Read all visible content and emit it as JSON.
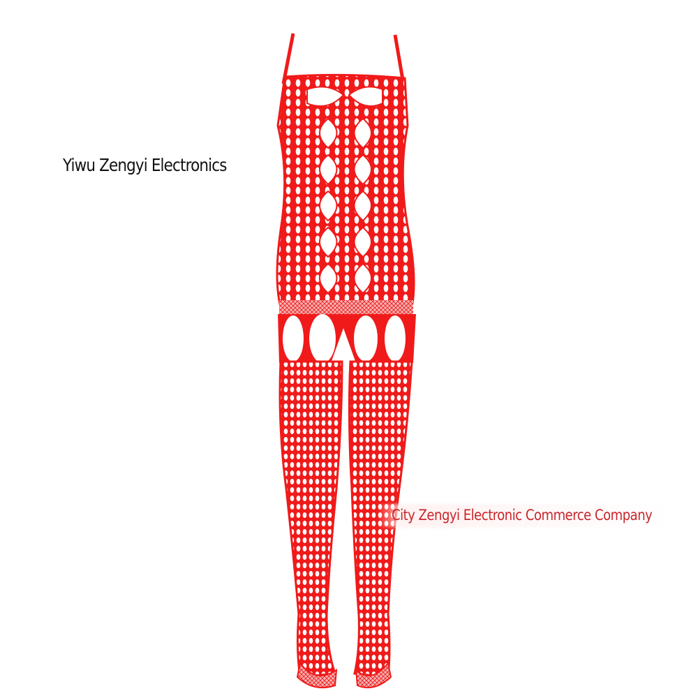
{
  "captions": {
    "left": "Yiwu Zengyi Electronics",
    "right": "City Zengyi Electronic Commerce Company"
  },
  "colors": {
    "garment": "#f01a1a",
    "caption_left": "#111111",
    "caption_right": "#c8262b",
    "background": "#ffffff"
  },
  "image": {
    "subject": "red fishnet bodystocking with open-hip cutouts and perforated legs"
  }
}
